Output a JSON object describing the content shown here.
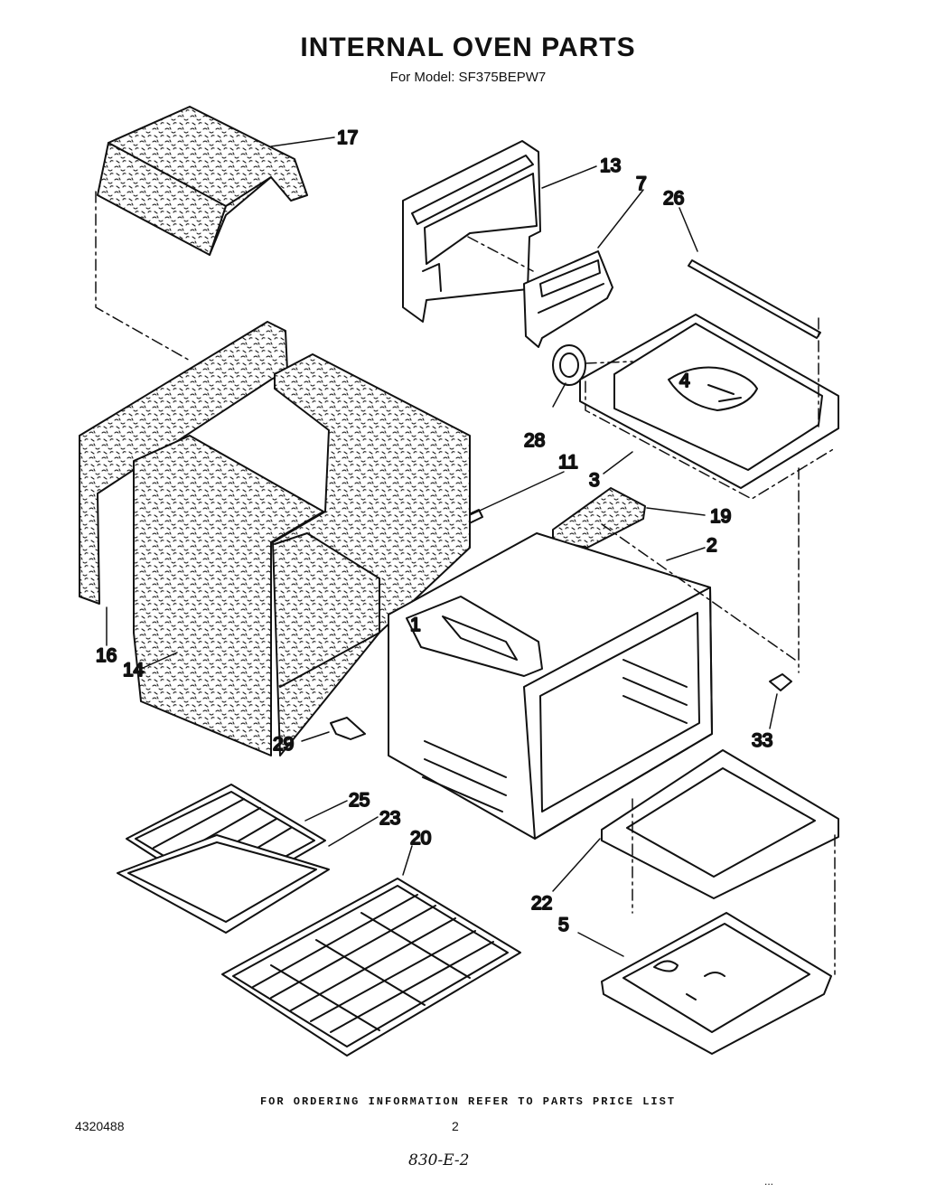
{
  "header": {
    "title": "INTERNAL OVEN PARTS",
    "subtitle": "For Model: SF375BEPW7"
  },
  "callouts": {
    "p17": "17",
    "p13": "13",
    "p7": "7",
    "p26": "26",
    "p4": "4",
    "p28": "28",
    "p3": "3",
    "p11": "11",
    "p19": "19",
    "p2": "2",
    "p1": "1",
    "p16": "16",
    "p14": "14",
    "p29": "29",
    "p33": "33",
    "p25": "25",
    "p23": "23",
    "p20": "20",
    "p22": "22",
    "p5": "5"
  },
  "footer": {
    "ordering_note": "FOR ORDERING INFORMATION REFER TO PARTS PRICE LIST",
    "doc_number": "4320488",
    "page_number": "2",
    "handwritten_note": "830-E-2",
    "corner_mark": "..."
  }
}
